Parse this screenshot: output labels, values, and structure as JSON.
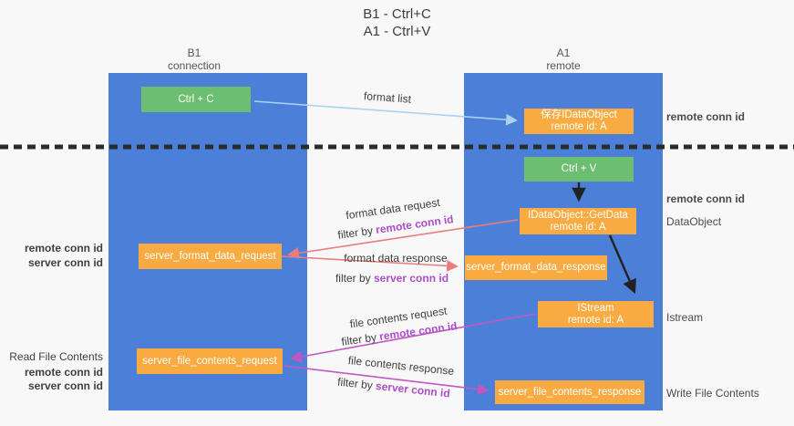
{
  "title": {
    "line1": "B1 - Ctrl+C",
    "line2": "A1 - Ctrl+V"
  },
  "columns": {
    "left": {
      "name": "B1",
      "subtitle": "connection"
    },
    "right": {
      "name": "A1",
      "subtitle": "remote"
    }
  },
  "boxes": {
    "ctrl_c": {
      "label": "Ctrl + C"
    },
    "ctrl_v": {
      "label": "Ctrl + V"
    },
    "save_dataobject": {
      "line1": "保存IDataObject",
      "line2": "remote id: A"
    },
    "getdata": {
      "line1": "IDataObject::GetData",
      "line2": "remote id: A"
    },
    "istream": {
      "line1": "IStream",
      "line2": "remote id: A"
    },
    "server_format_data_request": {
      "label": "server_format_data_request"
    },
    "server_format_data_response": {
      "label": "server_format_data_response"
    },
    "server_file_contents_request": {
      "label": "server_file_contents_request"
    },
    "server_file_contents_response": {
      "label": "server_file_contents_response"
    }
  },
  "edge_labels": {
    "format_list": "format list",
    "format_data_request": "format data request",
    "format_data_response": "format data response",
    "file_contents_request": "file contents request",
    "file_contents_response": "file contents response"
  },
  "terms": {
    "filter_by": "filter by ",
    "remote_conn_id": "remote conn id",
    "server_conn_id": "server conn id"
  },
  "side_labels": {
    "right_top_remote_conn_id": "remote conn id",
    "right_mid_remote_conn_id": "remote conn id",
    "dataobject": "DataObject",
    "istream": "Istream",
    "write_file_contents": "Write File Contents",
    "read_file_contents": "Read File Contents"
  },
  "colors": {
    "column_blue": "#4c80d8",
    "box_orange": "#f9ab42",
    "box_green": "#6cbe70",
    "arrow_light_blue": "#a9d4f1",
    "arrow_red": "#e87d7d",
    "arrow_magenta": "#c356c3",
    "arrow_black": "#222222",
    "text_purple": "#ad4fc9",
    "text_green": "#6abf6a"
  }
}
